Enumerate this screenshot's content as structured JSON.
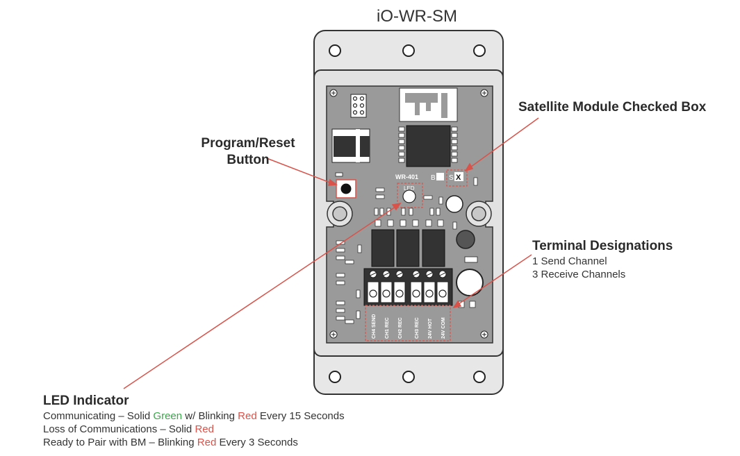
{
  "device": {
    "title": "iO-WR-SM",
    "model_label": "WR-401",
    "led_label": "LED",
    "switch_b": "B",
    "switch_s": "S",
    "switch_mark": "X",
    "terminals": [
      "CH4 SEND",
      "CH1 REC",
      "CH2 REC",
      "CH3 REC",
      "24V HOT",
      "24V COM"
    ]
  },
  "callouts": {
    "program_reset": [
      "Program/Reset",
      "Button"
    ],
    "satellite": "Satellite Module Checked Box",
    "terminal": {
      "title": "Terminal Designations",
      "lines": [
        "1 Send Channel",
        "3 Receive Channels"
      ]
    },
    "led": {
      "title": "LED Indicator",
      "line1": {
        "a": "Communicating – Solid ",
        "b": "Green",
        "c": " w/ Blinking ",
        "d": "Red",
        "e": " Every 15 Seconds"
      },
      "line2": {
        "a": "Loss of Communications – Solid  ",
        "b": "Red"
      },
      "line3": {
        "a": "Ready to Pair with BM – Blinking ",
        "b": "Red",
        "c": " Every 3 Seconds"
      }
    }
  },
  "colors": {
    "board": "#9b9b9b",
    "enclosure": "#e6e6e6",
    "leader": "#d9534a",
    "label_red": "#d9534a",
    "label_green": "#3aa64a"
  }
}
